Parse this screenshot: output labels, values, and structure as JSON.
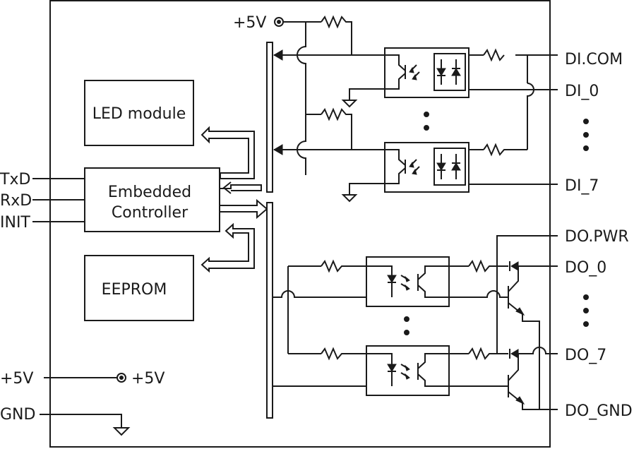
{
  "labels": {
    "vcc_top": "+5V",
    "led_module": "LED module",
    "controller_line1": "Embedded",
    "controller_line2": "Controller",
    "eeprom": "EEPROM",
    "txd": "TxD",
    "rxd": "RxD",
    "init": "INIT",
    "vcc_left": "+5V",
    "vcc_left_node": "+5V",
    "gnd": "GND",
    "di_com": "DI.COM",
    "di_0": "DI_0",
    "di_7": "DI_7",
    "do_pwr": "DO.PWR",
    "do_0": "DO_0",
    "do_7": "DO_7",
    "do_gnd": "DO_GND"
  },
  "colors": {
    "line": "#1a1a1a",
    "background": "#ffffff"
  }
}
